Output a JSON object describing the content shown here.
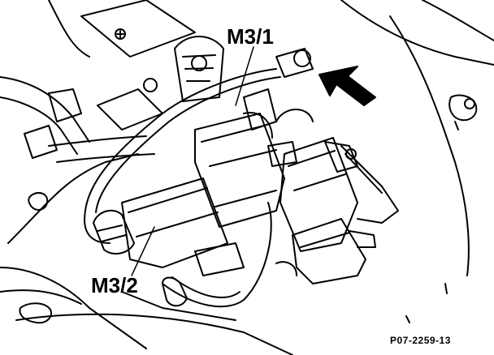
{
  "labels": {
    "m3_1": "M3/1",
    "m3_2": "M3/2"
  },
  "figure_ref": "P07-2259-13",
  "colors": {
    "line": "#000000",
    "background": "#ffffff"
  }
}
